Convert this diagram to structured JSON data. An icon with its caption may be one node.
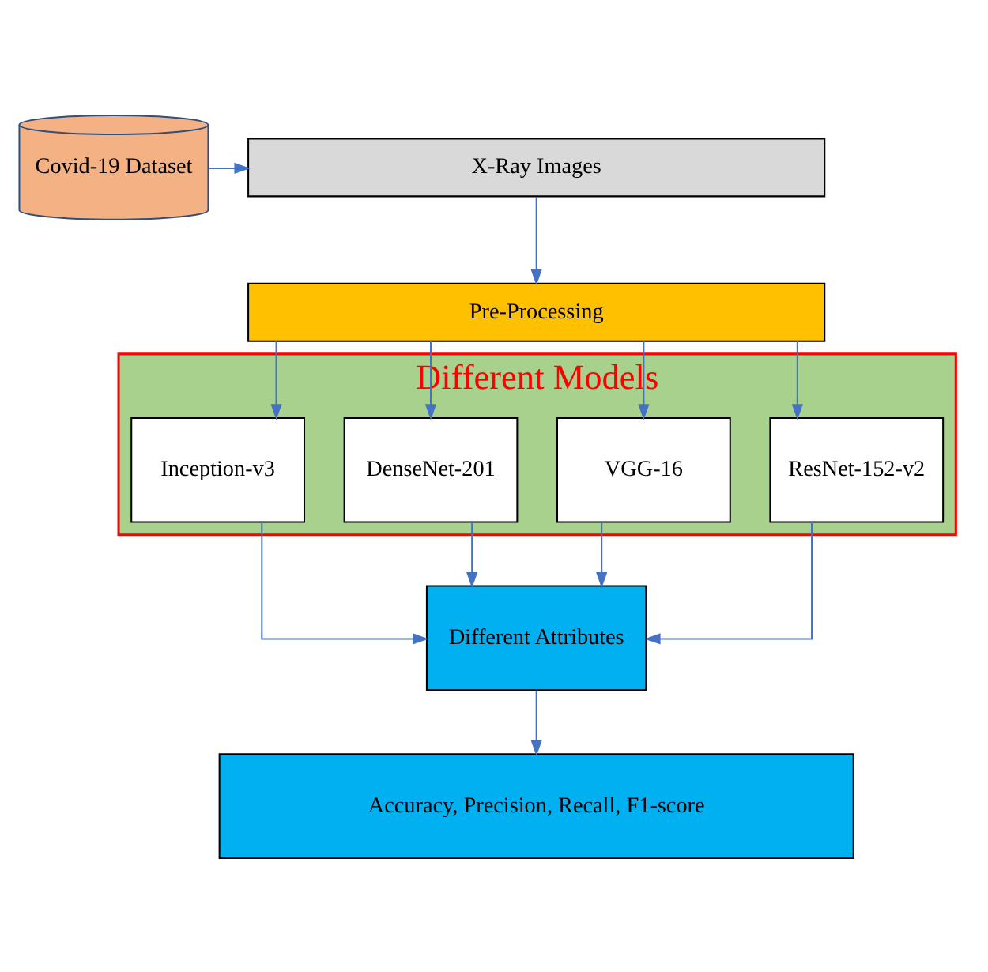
{
  "diagram": {
    "nodes": [
      {
        "text": [
          "Covid-19 Dataset"
        ]
      },
      {
        "text": [
          "X-Ray Images"
        ]
      },
      {
        "text": [
          "Pre-Processing"
        ]
      },
      {
        "text": [
          "Different Models"
        ]
      },
      {
        "text": [
          "ResNet-152-v2"
        ],
        "in": 3
      },
      {
        "text": [
          "VGG-16"
        ],
        "in": 3
      },
      {
        "text": [
          "DenseNet-201"
        ],
        "in": 3
      },
      {
        "text": [
          "Inception-v3"
        ],
        "in": 3
      },
      {
        "text": [
          "Different Attributes"
        ]
      },
      {
        "text": [
          "Accuracy, Precision, Recall, F1-score"
        ]
      }
    ],
    "edges": [
      {
        "from": 0,
        "to": 1,
        "arrow": "to"
      },
      {
        "from": 1,
        "to": 2,
        "arrow": "to"
      },
      {
        "from": 2,
        "to": 4,
        "arrow": "to"
      },
      {
        "from": 2,
        "to": 5,
        "arrow": "to"
      },
      {
        "from": 2,
        "to": 6,
        "arrow": "to"
      },
      {
        "from": 2,
        "to": 7,
        "arrow": "to"
      },
      {
        "from": 4,
        "to": 8,
        "arrow": "to"
      },
      {
        "from": 5,
        "to": 8,
        "arrow": "to"
      },
      {
        "from": 6,
        "to": 8,
        "arrow": "to"
      },
      {
        "from": 7,
        "to": 8,
        "arrow": "to"
      },
      {
        "from": 8,
        "to": 9,
        "arrow": "to"
      }
    ]
  }
}
